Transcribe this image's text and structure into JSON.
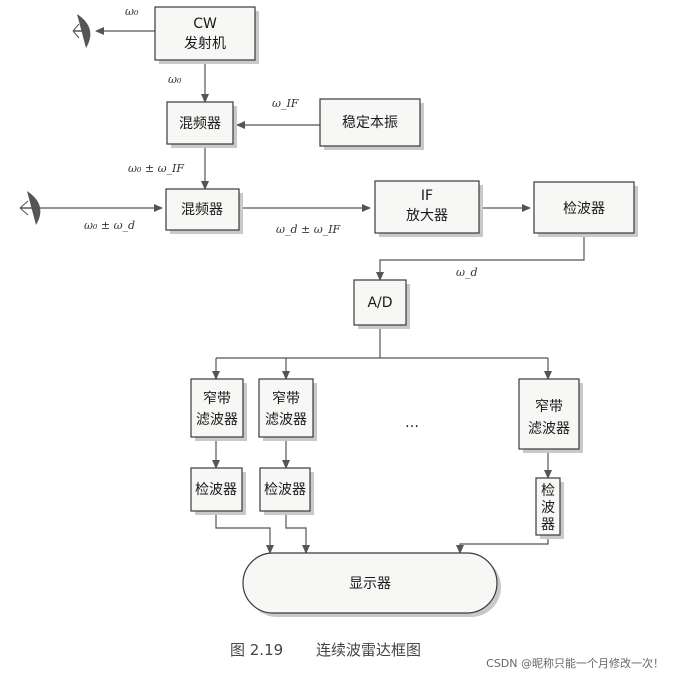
{
  "blocks": {
    "cw_tx_line1": "CW",
    "cw_tx_line2": "发射机",
    "mixer1": "混频器",
    "stalo": "稳定本振",
    "mixer2": "混频器",
    "if_amp_line1": "IF",
    "if_amp_line2": "放大器",
    "detector_main": "检波器",
    "adc": "A/D",
    "nbf_line1": "窄带",
    "nbf_line2": "滤波器",
    "detector": "检波器",
    "det_v1": "检",
    "det_v2": "波",
    "det_v3": "器",
    "display": "显示器"
  },
  "signals": {
    "w0_antenna": "ω₀",
    "w0_mixer": "ω₀",
    "wif": "ω_IF",
    "w0_pm_wif": "ω₀ ± ω_IF",
    "w0_pm_wd": "ω₀ ± ω_d",
    "wd_pm_wif": "ω_d ± ω_IF",
    "wd": "ω_d"
  },
  "ellipsis": "…",
  "caption": {
    "figure_no": "图 2.19",
    "title": "连续波雷达框图"
  },
  "watermark": "CSDN @昵称只能一个月修改一次！",
  "colors": {
    "line": "#555555",
    "box_fill": "#f7f7f5",
    "shadow": "#c9c9c9"
  }
}
